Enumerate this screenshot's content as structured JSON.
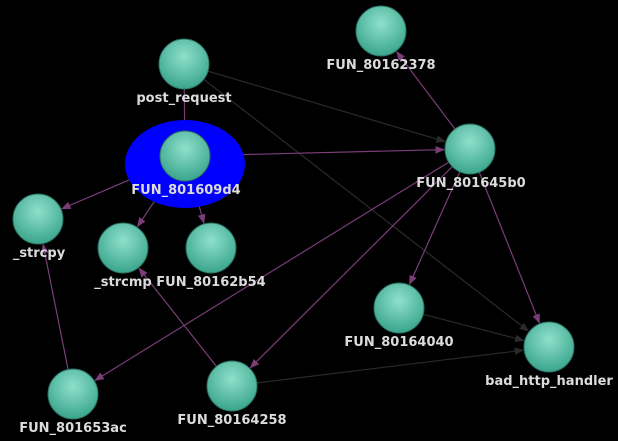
{
  "graph": {
    "colors": {
      "background": "#000000",
      "node_fill_light": "#8fe0cc",
      "node_fill_dark": "#3aa58c",
      "node_stroke": "#2b6f62",
      "edge_purple": "#7a3d78",
      "edge_dark": "#2a2a2a",
      "selection_fill": "#0000ff",
      "label": "#dcdcdc"
    },
    "nodes": [
      {
        "id": "post_request",
        "label": "post_request"
      },
      {
        "id": "FUN_801609d4",
        "label": "FUN_801609d4",
        "selected": true
      },
      {
        "id": "_strcpy",
        "label": "_strcpy"
      },
      {
        "id": "_strcmp",
        "label": "_strcmp"
      },
      {
        "id": "FUN_80162b54",
        "label": "FUN_80162b54"
      },
      {
        "id": "FUN_80162378",
        "label": "FUN_80162378"
      },
      {
        "id": "FUN_801645b0",
        "label": "FUN_801645b0"
      },
      {
        "id": "FUN_80164040",
        "label": "FUN_80164040"
      },
      {
        "id": "bad_http_handler",
        "label": "bad_http_handler"
      },
      {
        "id": "FUN_801653ac",
        "label": "FUN_801653ac"
      },
      {
        "id": "FUN_80164258",
        "label": "FUN_80164258"
      }
    ],
    "edges": [
      {
        "from": "post_request",
        "to": "FUN_801609d4",
        "style": "purple"
      },
      {
        "from": "post_request",
        "to": "FUN_801645b0",
        "style": "dark"
      },
      {
        "from": "post_request",
        "to": "bad_http_handler",
        "style": "dark"
      },
      {
        "from": "FUN_801609d4",
        "to": "_strcpy",
        "style": "purple"
      },
      {
        "from": "FUN_801609d4",
        "to": "_strcmp",
        "style": "purple"
      },
      {
        "from": "FUN_801609d4",
        "to": "FUN_80162b54",
        "style": "purple"
      },
      {
        "from": "FUN_801609d4",
        "to": "FUN_801645b0",
        "style": "purple"
      },
      {
        "from": "FUN_801645b0",
        "to": "FUN_80162378",
        "style": "purple"
      },
      {
        "from": "FUN_801645b0",
        "to": "FUN_80164040",
        "style": "purple"
      },
      {
        "from": "FUN_801645b0",
        "to": "bad_http_handler",
        "style": "purple"
      },
      {
        "from": "FUN_801645b0",
        "to": "FUN_801653ac",
        "style": "purple"
      },
      {
        "from": "FUN_801645b0",
        "to": "FUN_80164258",
        "style": "purple"
      },
      {
        "from": "FUN_801653ac",
        "to": "_strcpy",
        "style": "purple"
      },
      {
        "from": "FUN_80164258",
        "to": "_strcmp",
        "style": "purple"
      },
      {
        "from": "FUN_80164258",
        "to": "bad_http_handler",
        "style": "dark"
      },
      {
        "from": "FUN_80164040",
        "to": "bad_http_handler",
        "style": "dark"
      }
    ]
  }
}
